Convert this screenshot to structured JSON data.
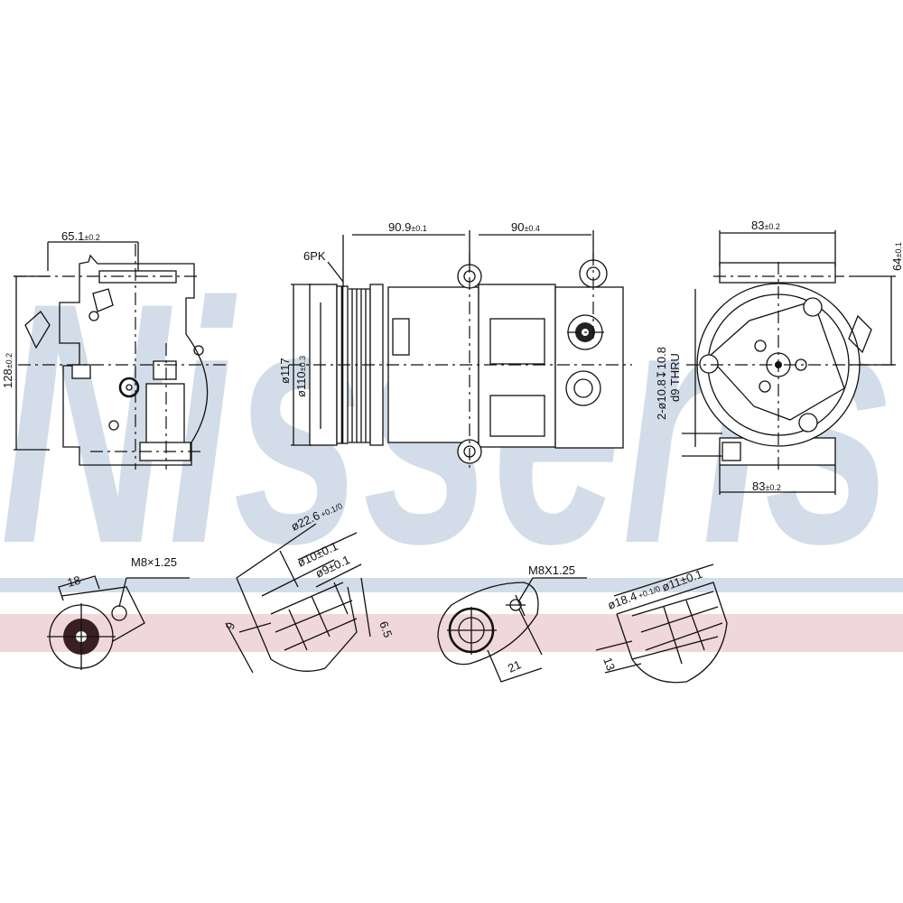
{
  "watermark": "Nissens",
  "colors": {
    "watermark": "#d3dde9",
    "band_blue": "#d3dde9",
    "band_red": "#f0d7dc",
    "line": "#111111"
  },
  "side_view": {
    "width": "65.1",
    "width_tol": "±0.2",
    "height": "128",
    "height_tol": "±0.2"
  },
  "front_view": {
    "belt": "6PK",
    "len1": "90.9",
    "len1_tol": "±0.1",
    "len2": "90",
    "len2_tol": "±0.4",
    "pulley_outer": "ø117",
    "pulley_inner": "ø110",
    "pulley_inner_tol": "±0.3"
  },
  "rear_view": {
    "top_width": "83",
    "top_width_tol": "±0.2",
    "height": "64",
    "height_tol": "±0.1",
    "holes": "2-ø10.8↧10.8",
    "holes2": "d9 THRU",
    "bottom_width": "83",
    "bottom_width_tol": "±0.2"
  },
  "details": {
    "d1": {
      "dist": "18",
      "thread": "M8×1.25"
    },
    "d2": {
      "dia1": "ø22.6",
      "dia1_tol": "+0.1/0",
      "dia2": "ø10±0.1",
      "dia3": "ø9±0.1",
      "h1": "9",
      "h2": "6.5"
    },
    "d3": {
      "thread": "M8X1.25",
      "dist": "21"
    },
    "d4": {
      "dia1": "ø18.4",
      "dia1_tol": "+0.1/0",
      "dia2": "ø11±0.1",
      "h1": "13"
    }
  }
}
